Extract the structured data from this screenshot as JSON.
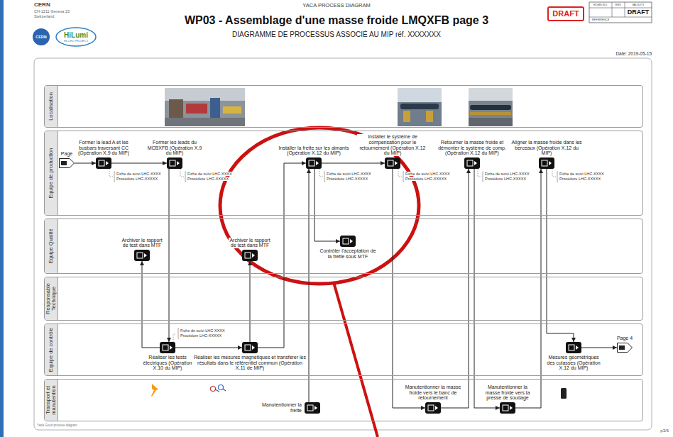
{
  "diagram": {
    "title": "WP03 - Assemblage d'une masse froide LMQXFB page 3",
    "nodes": [
      {
        "text": [
          "Localisation"
        ]
      },
      {
        "text": [
          "Equipe de production"
        ]
      },
      {
        "text": [
          "Page"
        ],
        "in": 1
      },
      {
        "text": [
          "Former la lead A et les busbars traversant CC (Opération X.9 du MIP)"
        ],
        "in": 1
      },
      {
        "text": [
          "Former les leads du MCBXFB (Opération X.9 du MIP)"
        ],
        "in": 1
      },
      {
        "text": [
          "Installer la frette sur les aimants (Opération X.12 du MIP)"
        ],
        "in": 1
      },
      {
        "text": [
          "Installer le système de compensation pour le retournement (Opération X.12 du MIP)"
        ],
        "in": 1
      },
      {
        "text": [
          "Retourner la masse froide et démonter le système de comp. (Opération X.12 du MIP)"
        ],
        "in": 1
      },
      {
        "text": [
          "Aligner la masse froide dans les berceaux (Opération X.12 du MIP)"
        ],
        "in": 1
      },
      {
        "text": [
          "Equipe Qualité"
        ]
      },
      {
        "text": [
          "Archiver le rapport de test dans MTF"
        ],
        "in": 9
      },
      {
        "text": [
          "Archiver le rapport de test dans MTF"
        ],
        "in": 9
      },
      {
        "text": [
          "Contrôler l'acceptation de la frette sous MTF"
        ],
        "in": 9
      },
      {
        "text": [
          "Responsable Technique"
        ]
      },
      {
        "text": [
          "Equipe de contrôle"
        ]
      },
      {
        "text": [
          "Réaliser les tests électriques (Opération X.10 du MIP)"
        ],
        "in": 14
      },
      {
        "text": [
          "Réaliser les mesures magnétiques et transférer les résultats dans le référentiel commun (Opération X.11 de MIP)"
        ],
        "in": 14
      },
      {
        "text": [
          "Mesures géométriques des culasses (Opération X.12 du MIP)"
        ],
        "in": 14
      },
      {
        "text": [
          "Page 4"
        ],
        "in": 14
      },
      {
        "text": [
          "Transport et manutention"
        ]
      },
      {
        "text": [
          "Manutentionner la frette"
        ],
        "in": 19
      },
      {
        "text": [
          "Manutentionner la masse froide vers le banc de retournement"
        ],
        "in": 19
      },
      {
        "text": [
          "Manutentionner la masse froide vers la presse de soudage"
        ],
        "in": 19
      }
    ],
    "edges": [
      {
        "from": 2,
        "to": 3,
        "arrow": "to"
      },
      {
        "from": 3,
        "to": 4,
        "arrow": "to"
      },
      {
        "from": 4,
        "to": 15,
        "arrow": "to"
      },
      {
        "from": 15,
        "to": 10,
        "arrow": "to"
      },
      {
        "from": 15,
        "to": 16,
        "arrow": "to"
      },
      {
        "from": 16,
        "to": 11,
        "arrow": "to"
      },
      {
        "from": 16,
        "to": 5,
        "arrow": "to"
      },
      {
        "from": 20,
        "to": 5,
        "arrow": "to"
      },
      {
        "from": 5,
        "to": 12,
        "arrow": "to"
      },
      {
        "from": 5,
        "to": 6,
        "arrow": "to"
      },
      {
        "from": 6,
        "to": 21,
        "arrow": "to"
      },
      {
        "from": 21,
        "to": 7,
        "arrow": "to"
      },
      {
        "from": 7,
        "to": 22,
        "arrow": "to"
      },
      {
        "from": 22,
        "to": 8,
        "arrow": "to"
      },
      {
        "from": 8,
        "to": 17,
        "arrow": "to"
      },
      {
        "from": 17,
        "to": 18,
        "arrow": "to"
      }
    ],
    "labels": [
      "CERN",
      "CH-1211 Geneva 23",
      "Switzerland",
      "CERN",
      "HiLumi",
      "HL-LHC PROJECT",
      "YACA PROCESS DIAGRAM",
      "DIAGRAMME DE PROCESSUS ASSOCIÉ AU MIP réf. XXXXXXX",
      "DRAFT",
      "EDMS NO.",
      "REV.",
      "VALIDITY",
      "DRAFT",
      "REFERENCE",
      "Date: 2019-05-15",
      "Fiche de suivi LHC-XXXX",
      "Procédure LHC-XXXXX",
      "Fiche de suivi LHC-XXXX",
      "Procédure LHC-XXXXX",
      "Fiche de suivi LHC-XXXX",
      "Procédure LHC-XXXXX",
      "Fiche de suivi LHC-XXXX",
      "Procédure LHC-XXXXX",
      "Fiche de suivi LHC-XXXX",
      "Procédure LHC-XXXXX",
      "Fiche de suivi LHC-XXXX",
      "Procédure LHC-XXXXX",
      "Fiche de suivi LHC-XXXX",
      "Procédure LHC-XXXXX",
      "Yaca Good process diagram",
      "p3/6"
    ]
  }
}
